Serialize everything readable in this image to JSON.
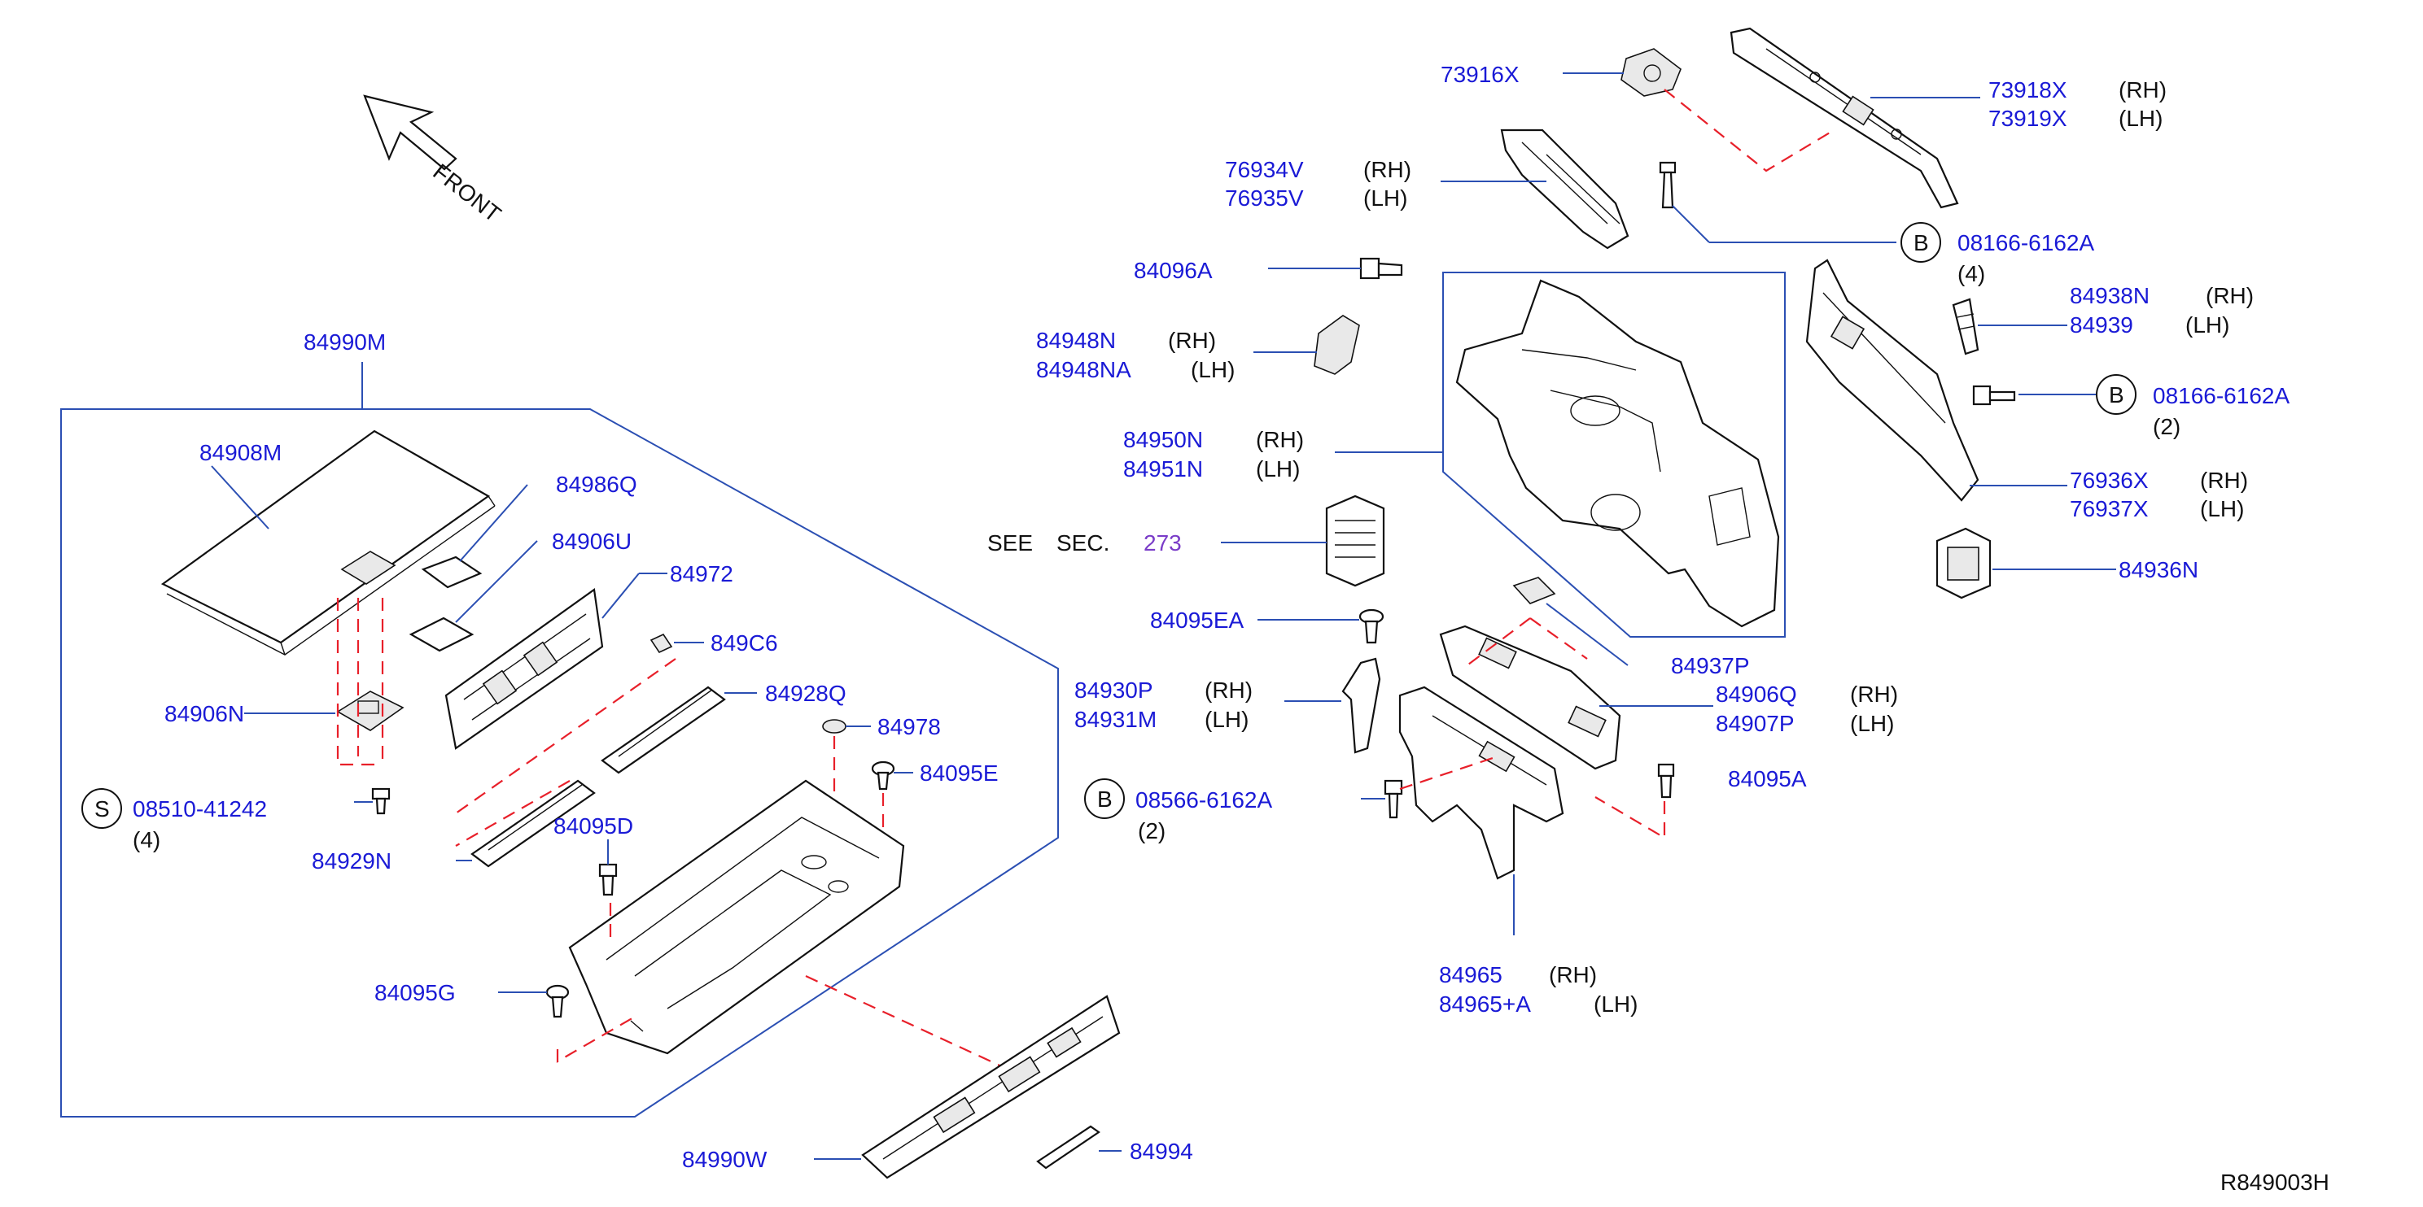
{
  "colors": {
    "label": "#1a1ad6",
    "leader": "#2b4fb3",
    "dashed": "#e8202a",
    "outline": "#111111",
    "reference": "#7a3cc8"
  },
  "front_label": "FRONT",
  "drawing_id": "R849003H",
  "see_section": {
    "see": "SEE",
    "sec": "SEC.",
    "num": "273"
  },
  "rh": "(RH)",
  "lh": "(LH)",
  "parts": {
    "p73916X": "73916X",
    "p73918X": "73918X",
    "p73919X": "73919X",
    "p76934V": "76934V",
    "p76935V": "76935V",
    "p84096A": "84096A",
    "p84948N": "84948N",
    "p84948NA": "84948NA",
    "p84950N": "84950N",
    "p84951N": "84951N",
    "p84095EA": "84095EA",
    "p84930P": "84930P",
    "p84931M": "84931M",
    "p08566": "08566-6162A",
    "p84965": "84965",
    "p84965A": "84965+A",
    "p84938N": "84938N",
    "p84939": "84939",
    "p08166a": "08166-6162A",
    "p08166b": "08166-6162A",
    "p76936X": "76936X",
    "p76937X": "76937X",
    "p84936N": "84936N",
    "p84937P": "84937P",
    "p84906Q": "84906Q",
    "p84907P": "84907P",
    "p84095A": "84095A",
    "p84990M": "84990M",
    "p84908M": "84908M",
    "p84986Q": "84986Q",
    "p84906U": "84906U",
    "p84972": "84972",
    "p849C6": "849C6",
    "p84928Q": "84928Q",
    "p84906N": "84906N",
    "p84978": "84978",
    "p84095E": "84095E",
    "p08510": "08510-41242",
    "p84095D": "84095D",
    "p84929N": "84929N",
    "p84095G": "84095G",
    "p84990W": "84990W",
    "p84994": "84994"
  },
  "qty": {
    "q08166a": "(4)",
    "q08166b": "(2)",
    "q08566": "(2)",
    "q08510": "(4)"
  },
  "circle_letters": {
    "b": "B",
    "s": "S"
  }
}
